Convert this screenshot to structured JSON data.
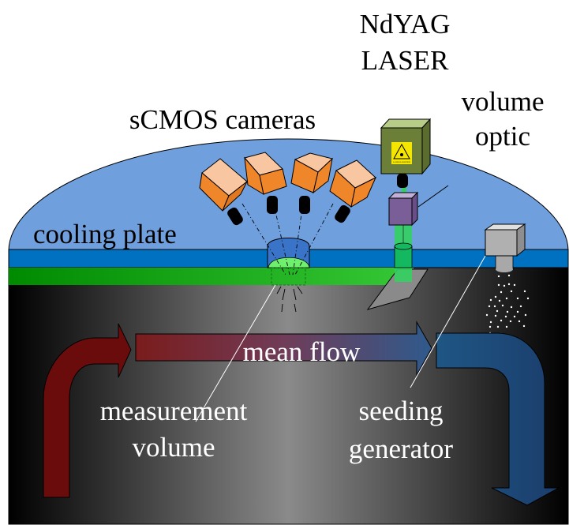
{
  "diagram": {
    "title": "Volumetric PIV experimental setup",
    "labels": {
      "laser_line1": "NdYAG",
      "laser_line2": "LASER",
      "volume_optic_line1": "volume",
      "volume_optic_line2": "optic",
      "cameras": "sCMOS cameras",
      "cooling_plate": "cooling plate",
      "mean_flow": "mean flow",
      "measurement_line1": "measurement",
      "measurement_line2": "volume",
      "seeding_line1": "seeding",
      "seeding_line2": "generator",
      "laser_warning": "LASER RADIATION"
    },
    "components": [
      {
        "name": "NdYAG laser",
        "color": "#6b7f38"
      },
      {
        "name": "volume optic",
        "color": "#7a5e98"
      },
      {
        "name": "sCMOS camera",
        "count": 4,
        "color": "#f0862a"
      },
      {
        "name": "seeding generator",
        "color": "#a8a8a8"
      },
      {
        "name": "cooling plate",
        "color": "#0070c0"
      },
      {
        "name": "light sheet",
        "color": "#2db82d"
      }
    ],
    "colors": {
      "dome": "#6f9fdc",
      "plate": "#0070c0",
      "inflow": "#6b0c0c",
      "outflow": "#1d4877",
      "text_dark": "#000000",
      "text_light": "#ffffff"
    }
  }
}
